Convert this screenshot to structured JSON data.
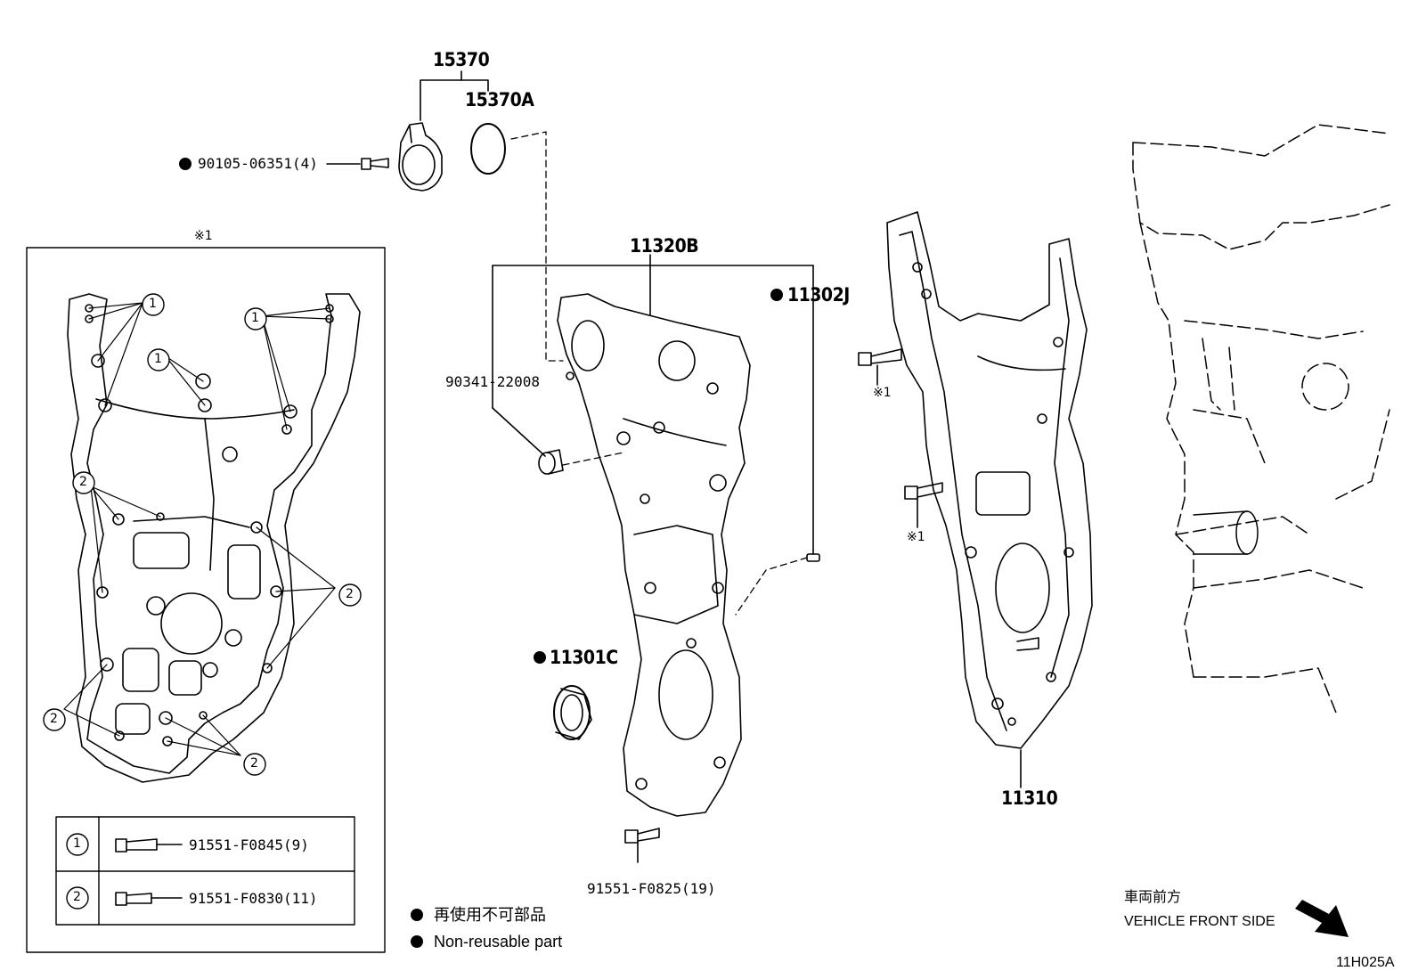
{
  "parts": {
    "p15370": "15370",
    "p15370A": "15370A",
    "bolt_90105": "90105-06351(4)",
    "group_mark": "※1",
    "p11320B": "11320B",
    "p11302J": "11302J",
    "p90341": "90341-22008",
    "p11301C": "11301C",
    "p11310": "11310",
    "bolt_91551_f0825": "91551-F0825(19)",
    "mark1a": "※1",
    "mark1b": "※1"
  },
  "callouts": {
    "c1": "1",
    "c2": "2"
  },
  "bolt_table": [
    {
      "num": "1",
      "part": "91551-F0845(9)"
    },
    {
      "num": "2",
      "part": "91551-F0830(11)"
    }
  ],
  "legend": {
    "jp": "再使用不可部品",
    "en": "Non-reusable part"
  },
  "direction": {
    "jp": "車両前方",
    "en": "VEHICLE FRONT SIDE"
  },
  "figure_id": "11H025A"
}
